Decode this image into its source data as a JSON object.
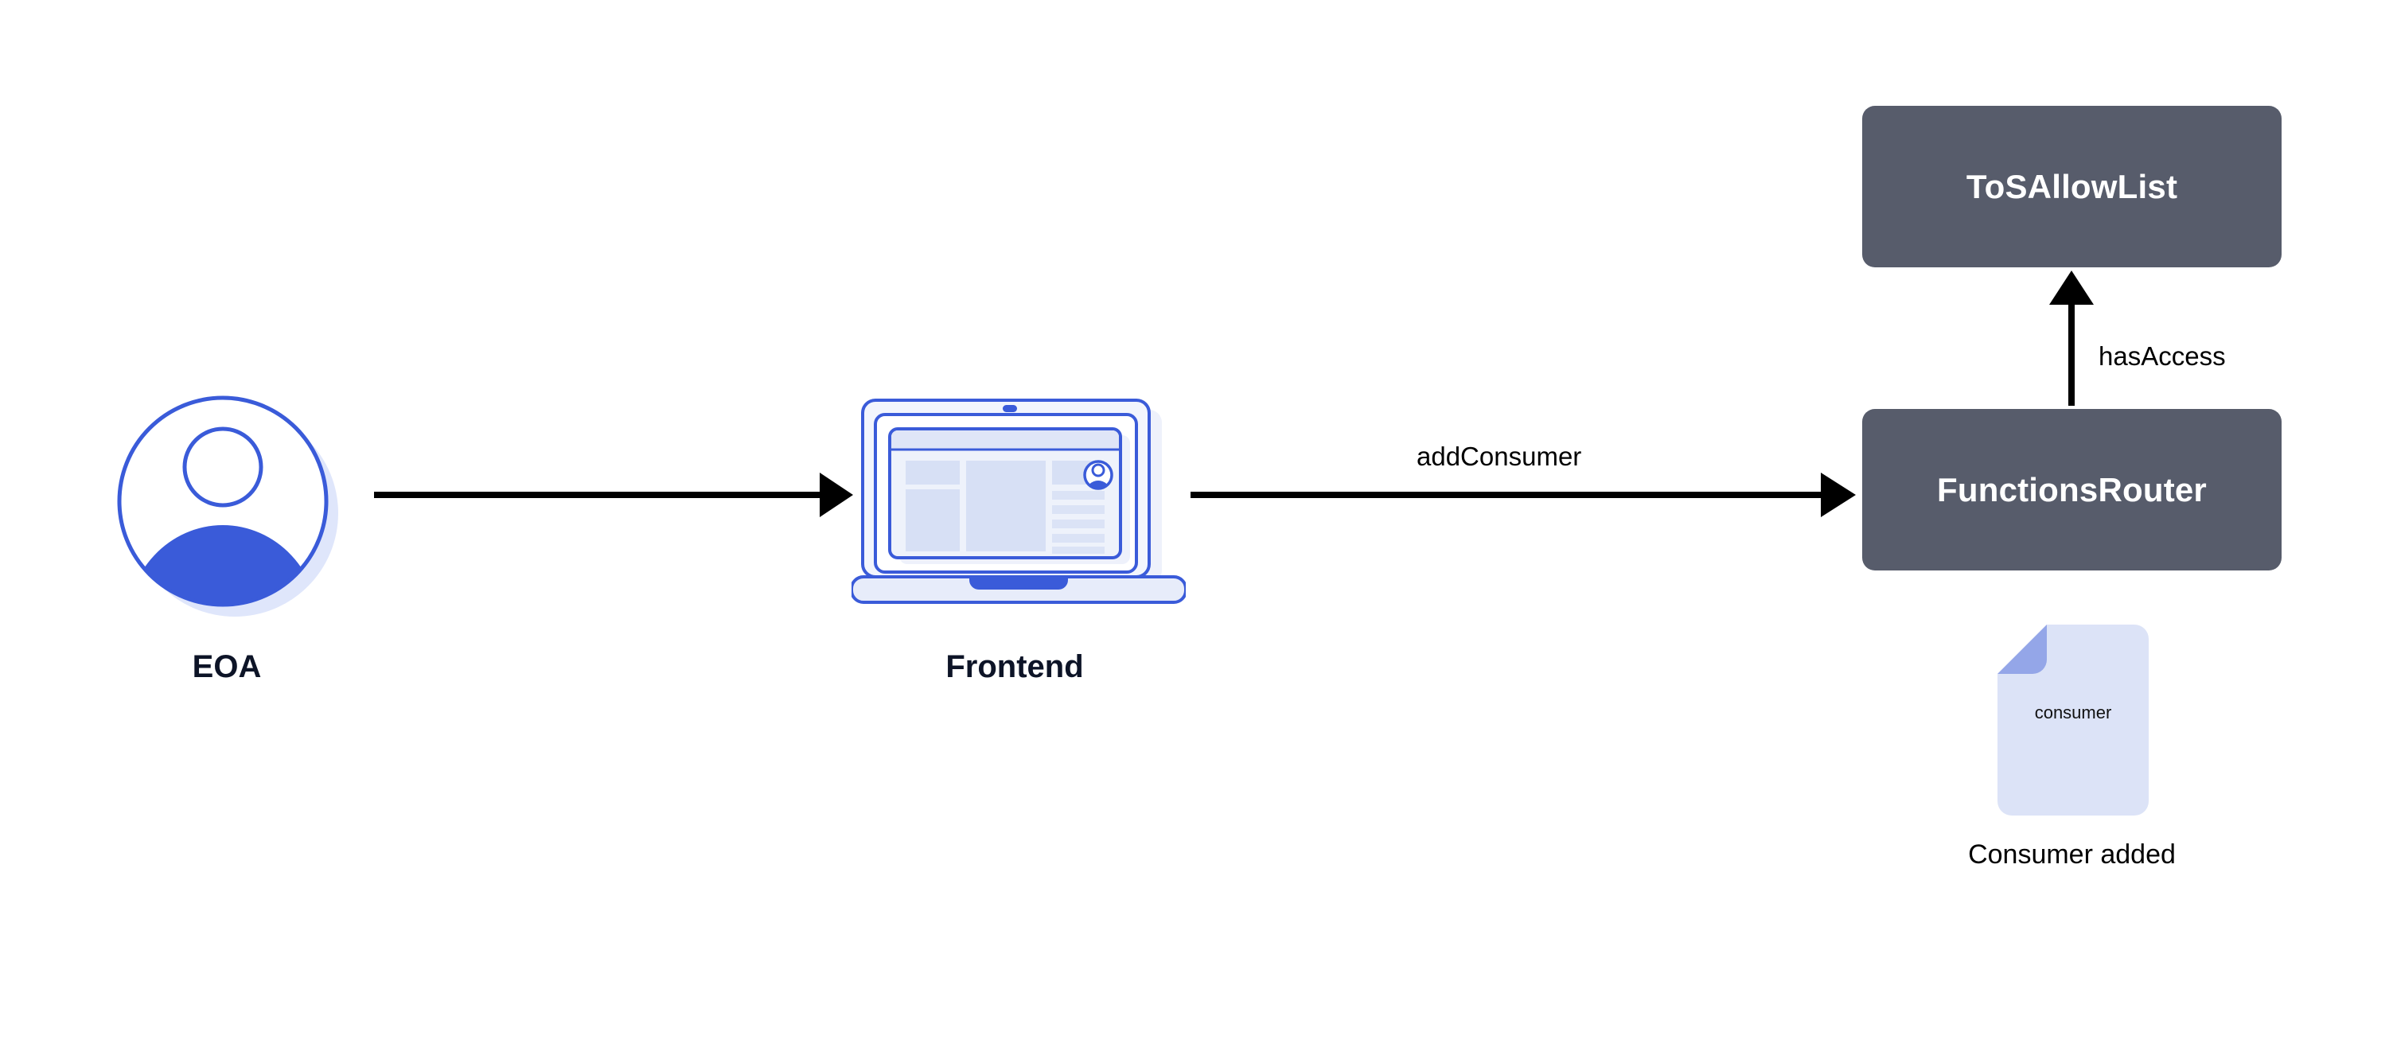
{
  "diagram": {
    "type": "flow-diagram",
    "background_color": "#ffffff",
    "nodes": [
      {
        "id": "eoa",
        "label": "EOA",
        "kind": "actor-avatar"
      },
      {
        "id": "frontend",
        "label": "Frontend",
        "kind": "laptop"
      },
      {
        "id": "functionsrouter",
        "label": "FunctionsRouter",
        "kind": "contract-box"
      },
      {
        "id": "tosallowlist",
        "label": "ToSAllowList",
        "kind": "contract-box"
      },
      {
        "id": "consumer-doc",
        "label": "consumer",
        "caption": "Consumer added",
        "kind": "document"
      }
    ],
    "edges": [
      {
        "from": "eoa",
        "to": "frontend",
        "label": ""
      },
      {
        "from": "frontend",
        "to": "functionsrouter",
        "label": "addConsumer"
      },
      {
        "from": "functionsrouter",
        "to": "tosallowlist",
        "label": "hasAccess"
      }
    ]
  },
  "boxes": {
    "tosallowlist": {
      "label": "ToSAllowList"
    },
    "functionsrouter": {
      "label": "FunctionsRouter"
    }
  },
  "labels": {
    "add_consumer": "addConsumer",
    "has_access": "hasAccess"
  },
  "captions": {
    "eoa": "EOA",
    "frontend": "Frontend",
    "consumer_added": "Consumer added"
  },
  "document": {
    "inner_text": "consumer"
  },
  "colors": {
    "box_fill": "#575c6b",
    "box_text": "#ffffff",
    "caption_text": "#0d1427",
    "arrow": "#000000",
    "brand_blue": "#3a5bd9",
    "avatar_shadow": "#dfe6fb",
    "doc_body": "#dce3f7",
    "doc_fold": "#94a6e8",
    "screen_panel": "#d7e0f5",
    "background": "#ffffff"
  }
}
